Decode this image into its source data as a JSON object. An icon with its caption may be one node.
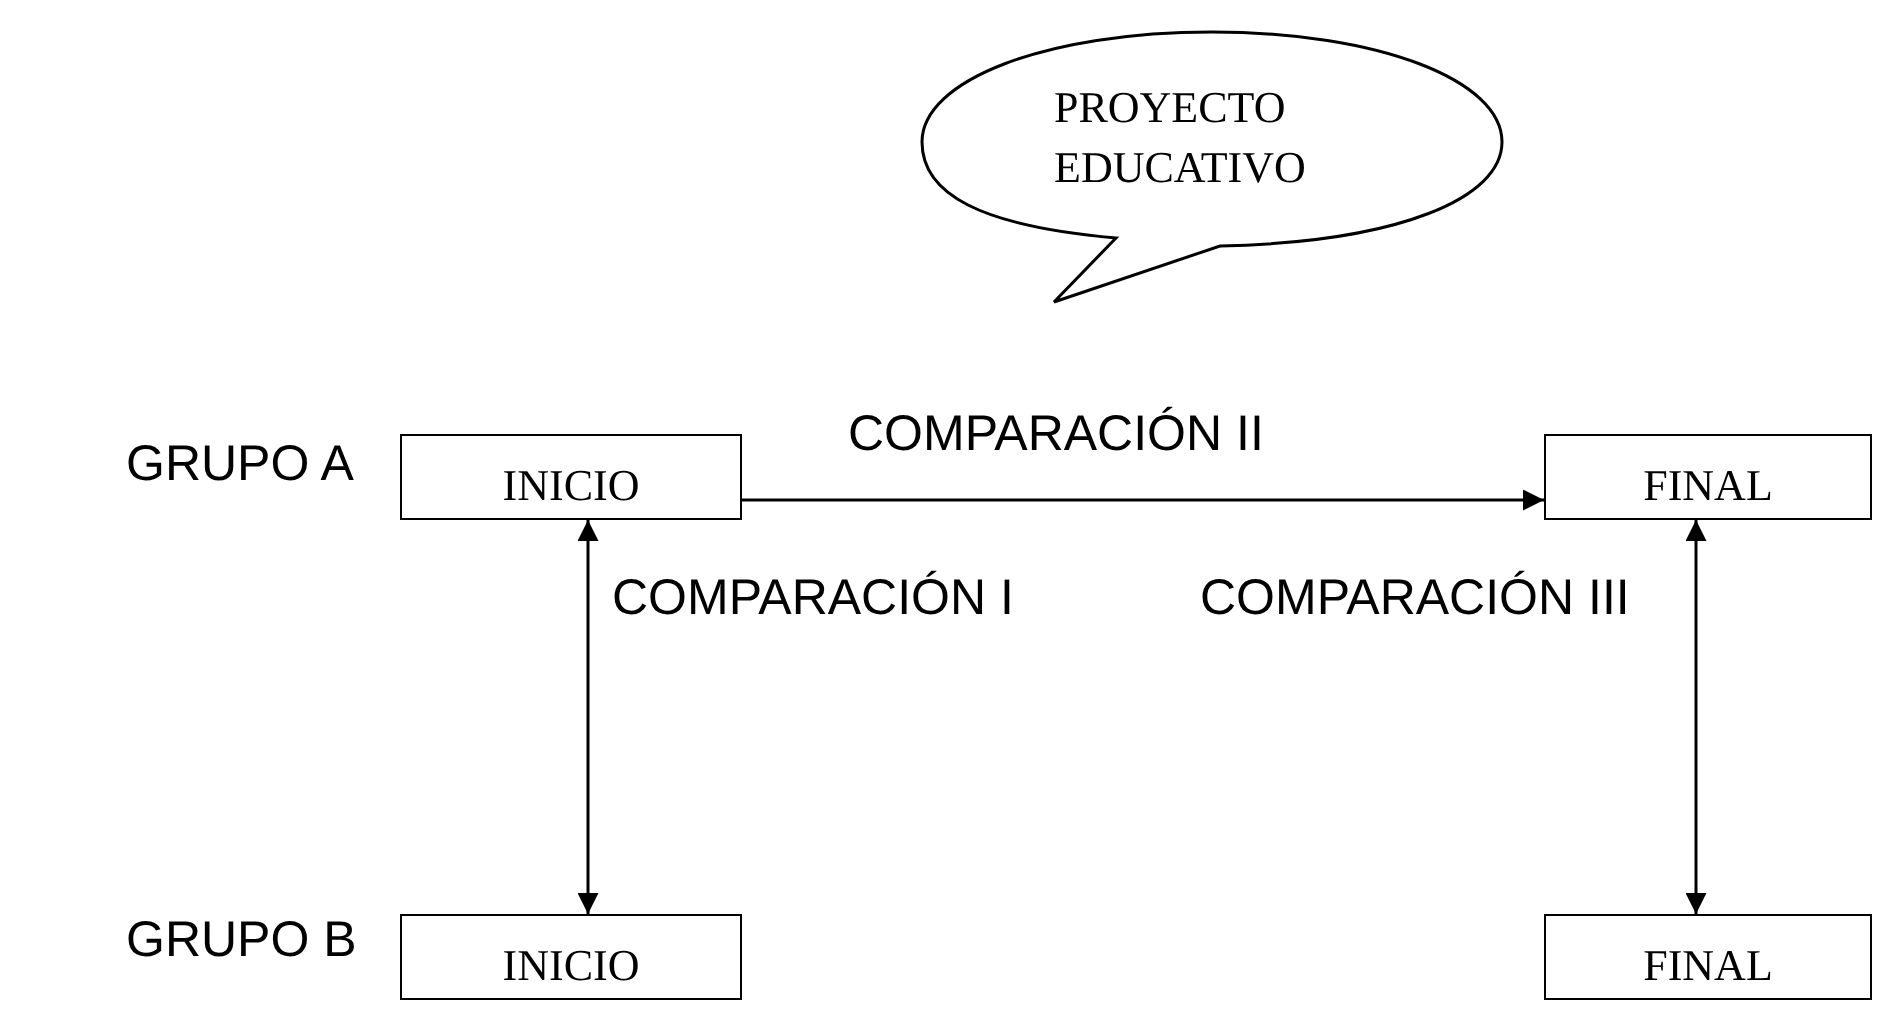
{
  "diagram": {
    "nodes": [
      {
        "text": [
          "PROYECTO EDUCATIVO"
        ]
      },
      {
        "text": [
          "GRUPO A"
        ]
      },
      {
        "text": [
          "INICIO"
        ]
      },
      {
        "text": [
          "FINAL"
        ]
      },
      {
        "text": [
          "GRUPO B"
        ]
      },
      {
        "text": [
          "INICIO"
        ]
      },
      {
        "text": [
          "FINAL"
        ]
      }
    ],
    "edges": [
      {
        "from": 2,
        "to": 3,
        "arrow": "to"
      },
      {
        "from": 2,
        "to": 5,
        "arrow": "both"
      },
      {
        "from": 3,
        "to": 6,
        "arrow": "both"
      }
    ],
    "labels": [
      "COMPARACIÓN II",
      "COMPARACIÓN I",
      "COMPARACIÓN III"
    ]
  }
}
